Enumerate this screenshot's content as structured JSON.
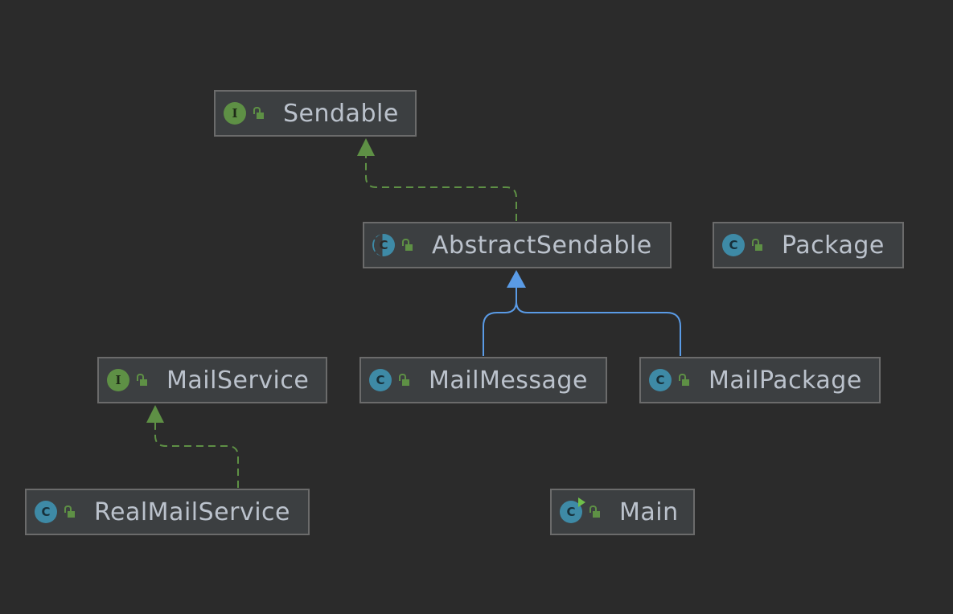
{
  "diagram": {
    "nodes": [
      {
        "id": "sendable",
        "name": "Sendable",
        "kind": "interface",
        "kind_letter": "I"
      },
      {
        "id": "abstract-sendable",
        "name": "AbstractSendable",
        "kind": "abstract",
        "kind_letter": "C"
      },
      {
        "id": "package",
        "name": "Package",
        "kind": "class",
        "kind_letter": "C"
      },
      {
        "id": "mail-service",
        "name": "MailService",
        "kind": "interface",
        "kind_letter": "I"
      },
      {
        "id": "mail-message",
        "name": "MailMessage",
        "kind": "class",
        "kind_letter": "C"
      },
      {
        "id": "mail-package",
        "name": "MailPackage",
        "kind": "class",
        "kind_letter": "C"
      },
      {
        "id": "real-mail-service",
        "name": "RealMailService",
        "kind": "class",
        "kind_letter": "C"
      },
      {
        "id": "main",
        "name": "Main",
        "kind": "runnable",
        "kind_letter": "C"
      }
    ],
    "edges": [
      {
        "from": "abstract-sendable",
        "to": "sendable",
        "relation": "implements",
        "color": "#5e9045"
      },
      {
        "from": "real-mail-service",
        "to": "mail-service",
        "relation": "implements",
        "color": "#5e9045"
      },
      {
        "from": "mail-message",
        "to": "abstract-sendable",
        "relation": "extends",
        "color": "#5a9be6"
      },
      {
        "from": "mail-package",
        "to": "abstract-sendable",
        "relation": "extends",
        "color": "#5a9be6"
      }
    ]
  }
}
